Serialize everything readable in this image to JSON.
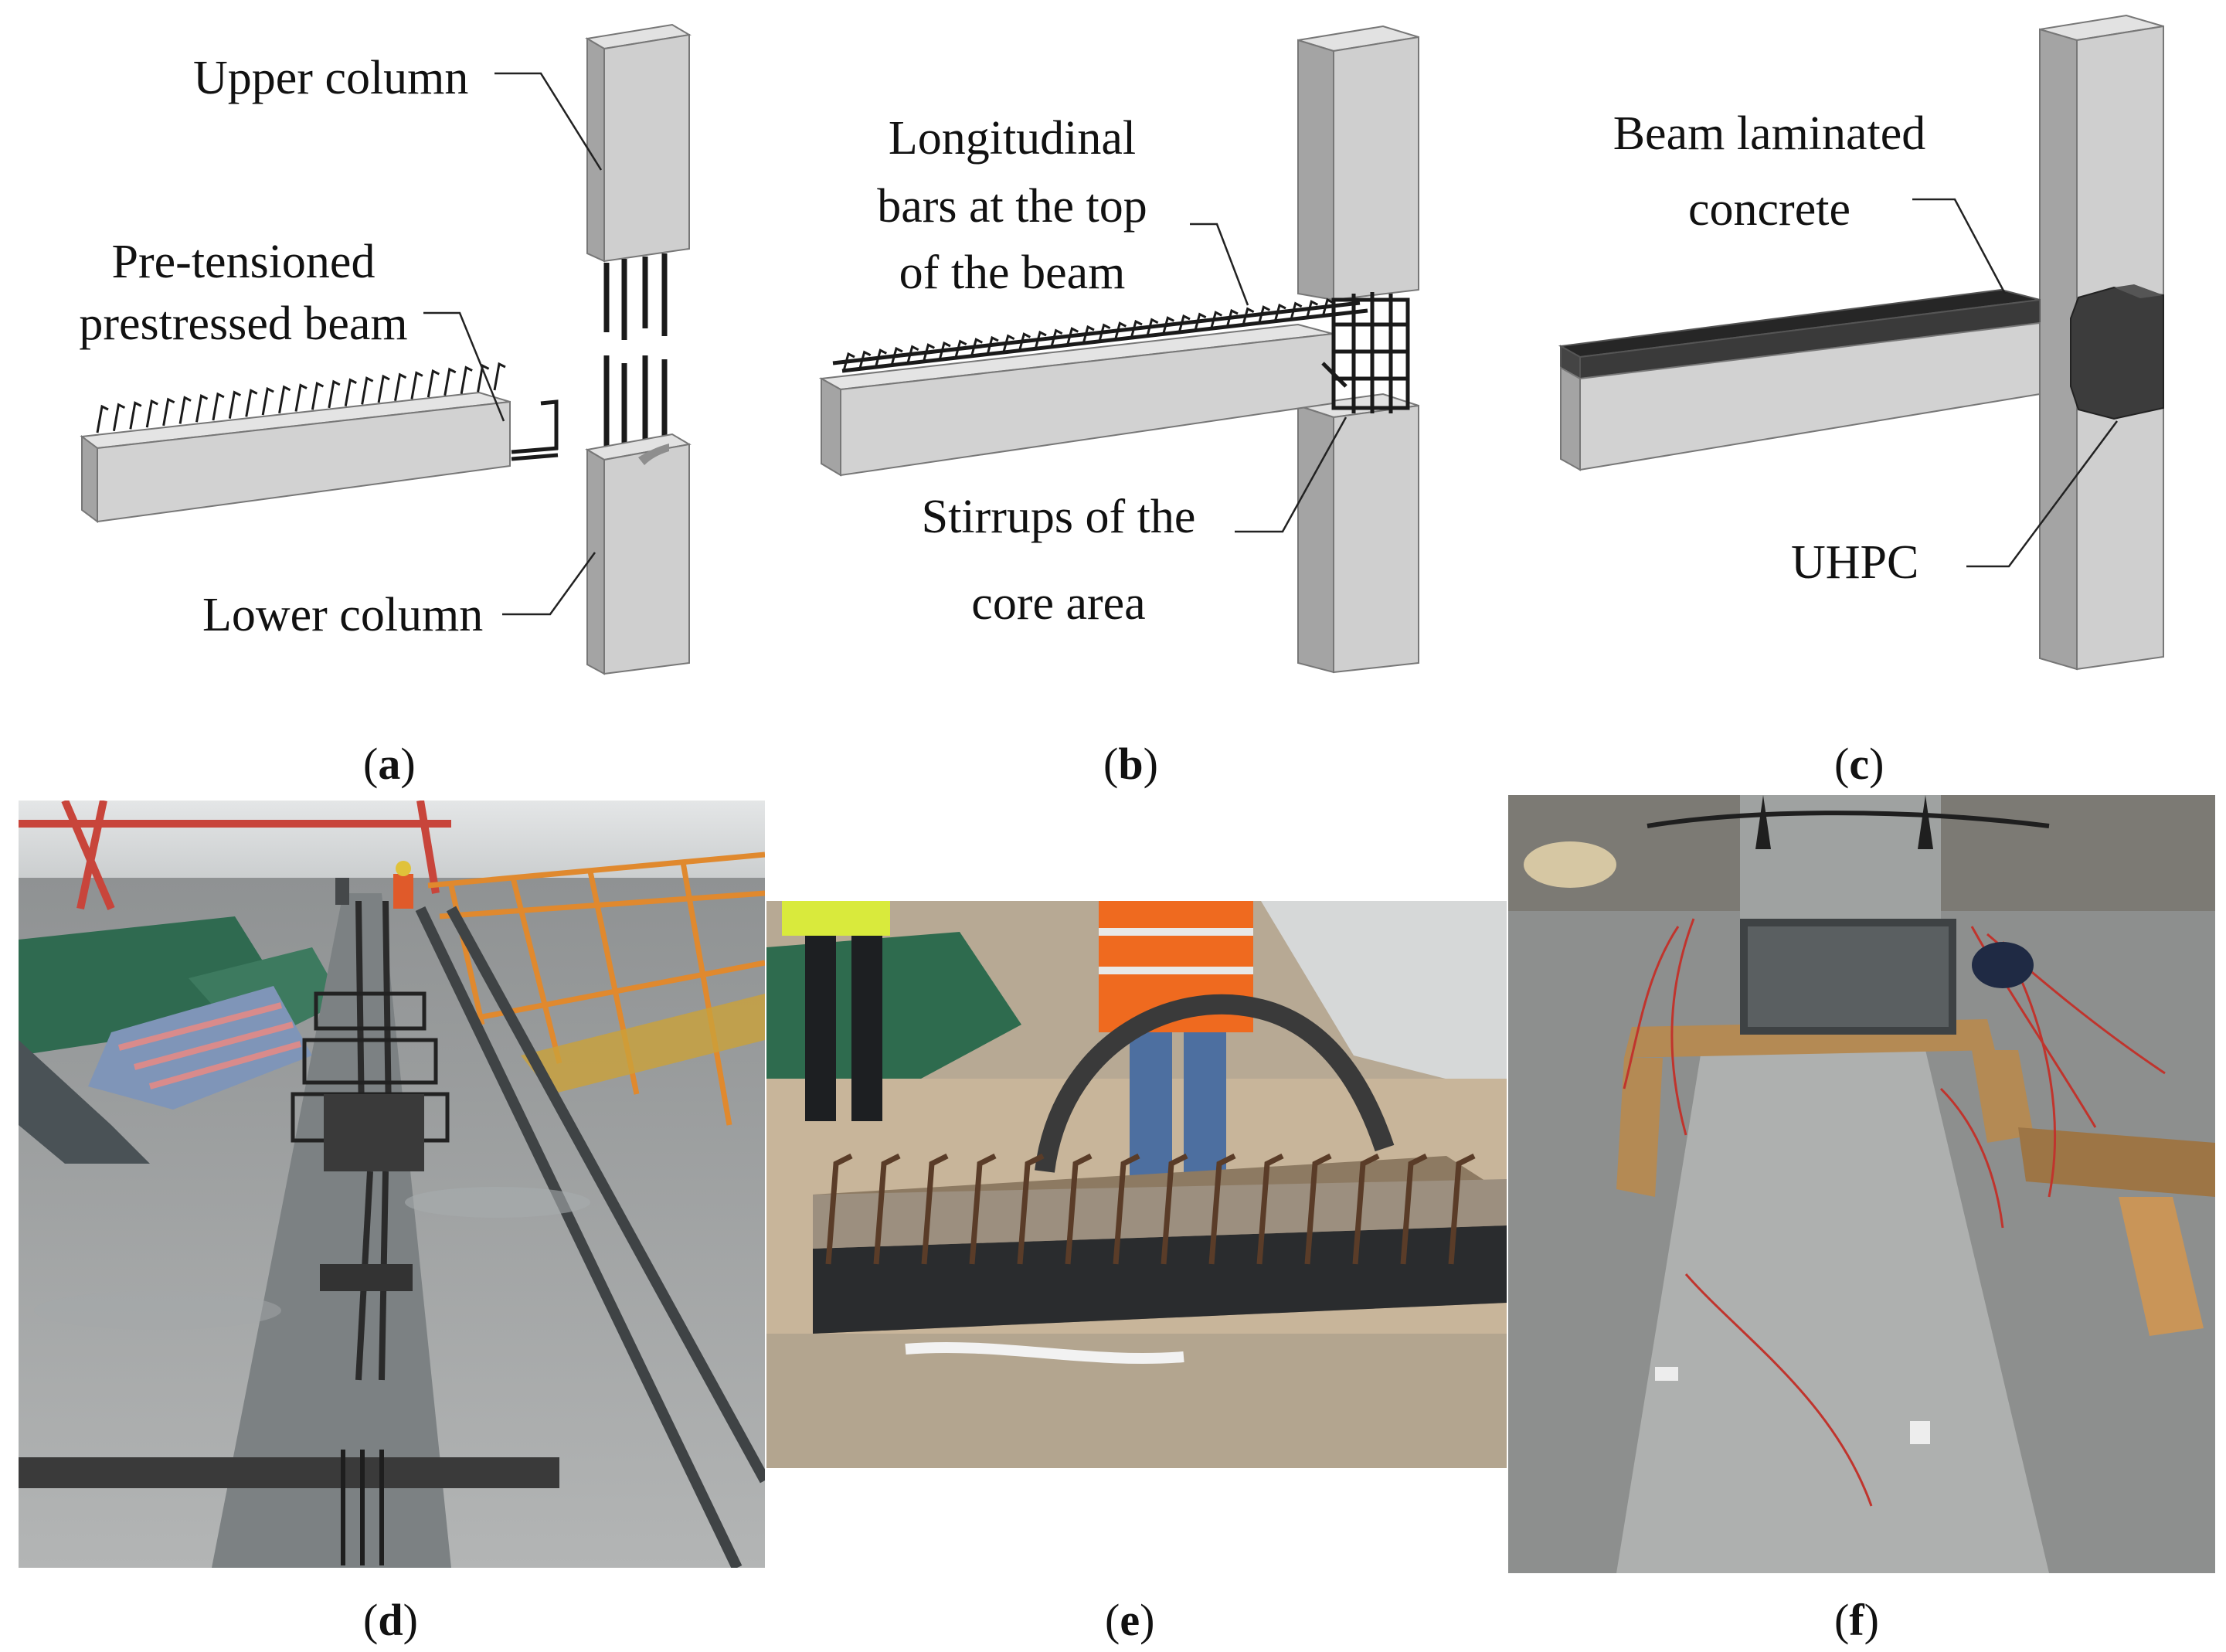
{
  "panels": {
    "a": {
      "caption_letter": "a",
      "labels": {
        "upper_column": "Upper column",
        "pretensioned_line1": "Pre-tensioned",
        "pretensioned_line2": "prestressed beam",
        "lower_column": "Lower column"
      }
    },
    "b": {
      "caption_letter": "b",
      "labels": {
        "longitudinal_line1": "Longitudinal",
        "longitudinal_line2": "bars at the top",
        "longitudinal_line3": "of the beam",
        "stirrups_line1": "Stirrups of the",
        "stirrups_line2": "core area"
      }
    },
    "c": {
      "caption_letter": "c",
      "labels": {
        "laminated_line1": "Beam laminated",
        "laminated_line2": "concrete",
        "uhpc": "UHPC"
      }
    },
    "d": {
      "caption_letter": "d"
    },
    "e": {
      "caption_letter": "e"
    },
    "f": {
      "caption_letter": "f"
    }
  },
  "colors": {
    "concrete_light": "#d4d4d4",
    "concrete_mid": "#b4b4b4",
    "concrete_dark": "#8e8e8e",
    "rebar": "#1a1a1a",
    "uhpc": "#3c3c3c",
    "laminate": "#2a2a2a"
  }
}
